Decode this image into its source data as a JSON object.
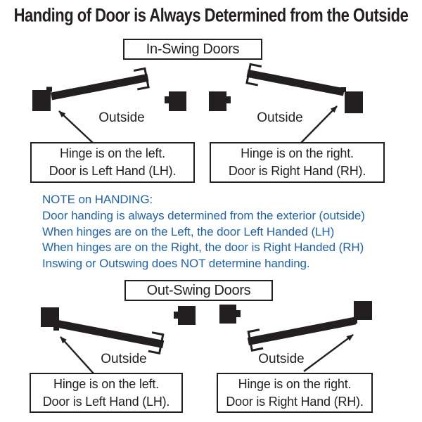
{
  "title": "Handing of Door is Always Determined from the Outside",
  "colors": {
    "ink": "#231f20",
    "note_blue": "#1e62b4",
    "bg": "#ffffff"
  },
  "sections": {
    "in_swing": {
      "label": "In-Swing Doors",
      "left": {
        "outside_label": "Outside",
        "caption_line1": "Hinge is on the left.",
        "caption_line2": "Door is Left Hand (LH)."
      },
      "right": {
        "outside_label": "Outside",
        "caption_line1": "Hinge is on the right.",
        "caption_line2": "Door is Right Hand (RH)."
      }
    },
    "note": {
      "lines": [
        "NOTE on HANDING:",
        "Door handing is always determined from the exterior (outside)",
        "When hinges are on the Left, the door Left Handed (LH)",
        "When hinges are on the Right, the door is Right Handed (RH)",
        "Inswing or Outswing does NOT determine handing."
      ]
    },
    "out_swing": {
      "label": "Out-Swing Doors",
      "left": {
        "outside_label": "Outside",
        "caption_line1": "Hinge is on the left.",
        "caption_line2": "Door is Left Hand (LH)."
      },
      "right": {
        "outside_label": "Outside",
        "caption_line1": "Hinge is on the right.",
        "caption_line2": "Door is Right Hand (RH)."
      }
    }
  }
}
